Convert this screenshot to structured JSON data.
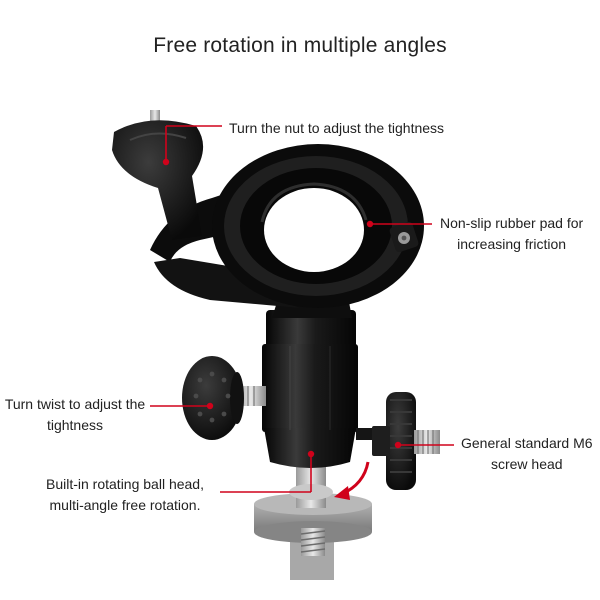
{
  "title": "Free rotation in multiple angles",
  "callouts": {
    "nut": "Turn the nut to adjust the tightness",
    "pad": [
      "Non-slip rubber pad for",
      "increasing friction"
    ],
    "twist": [
      "Turn twist to adjust the",
      "tightness"
    ],
    "m6": [
      "General standard M6",
      "screw head"
    ],
    "ball": [
      "Built-in rotating ball head,",
      "multi-angle free rotation."
    ]
  },
  "colors": {
    "accent": "#d0021b",
    "product_black": "#141414",
    "product_gray": "#8c8c8c",
    "text": "#222222"
  }
}
